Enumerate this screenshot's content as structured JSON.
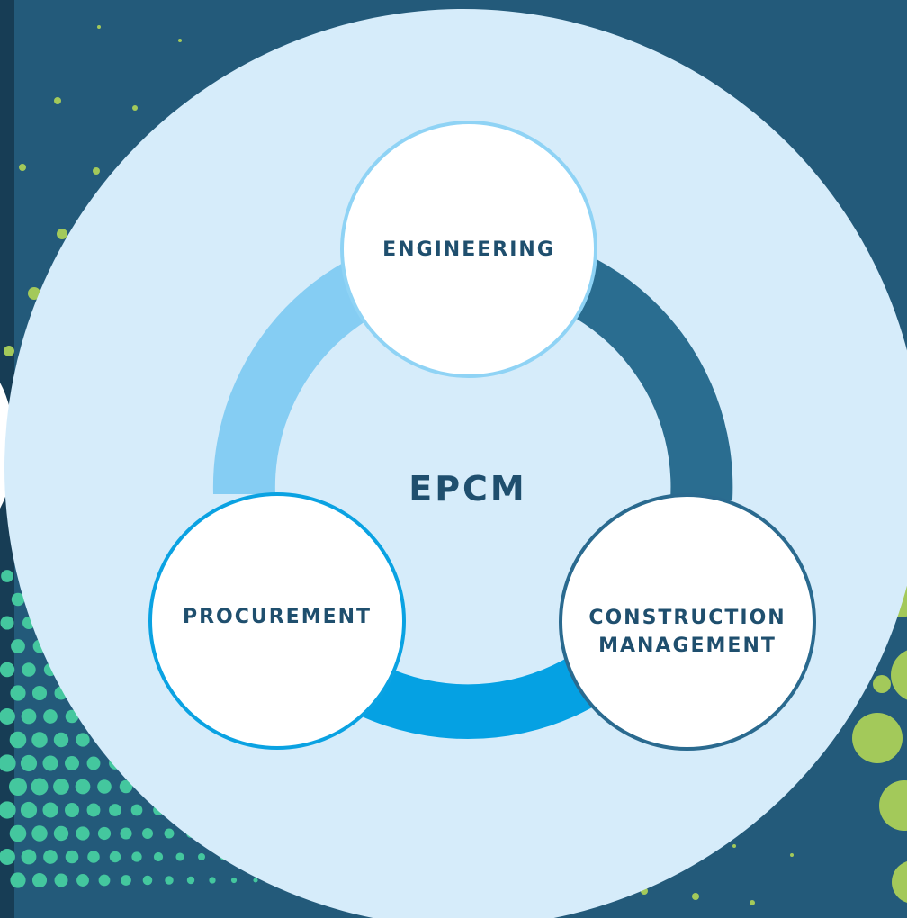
{
  "center": "EPCM",
  "nodes": {
    "engineering": "ENGINEERING",
    "procurement": "PROCUREMENT",
    "construction_line1": "CONSTRUCTION",
    "construction_line2": "MANAGEMENT"
  },
  "colors": {
    "background": "#235a7a",
    "big_circle": "#d6ecfa",
    "ring_left": "#85cdf3",
    "ring_right": "#2a6d90",
    "ring_bottom": "#05a1e3",
    "node_fill": "#ffffff",
    "node_border_engineering": "#8fd3f5",
    "node_border_procurement": "#0aa2e2",
    "node_border_construction": "#2a6a8f",
    "text": "#1f4f6e",
    "dot_green": "#a3c95a",
    "dot_teal": "#44c79e"
  }
}
